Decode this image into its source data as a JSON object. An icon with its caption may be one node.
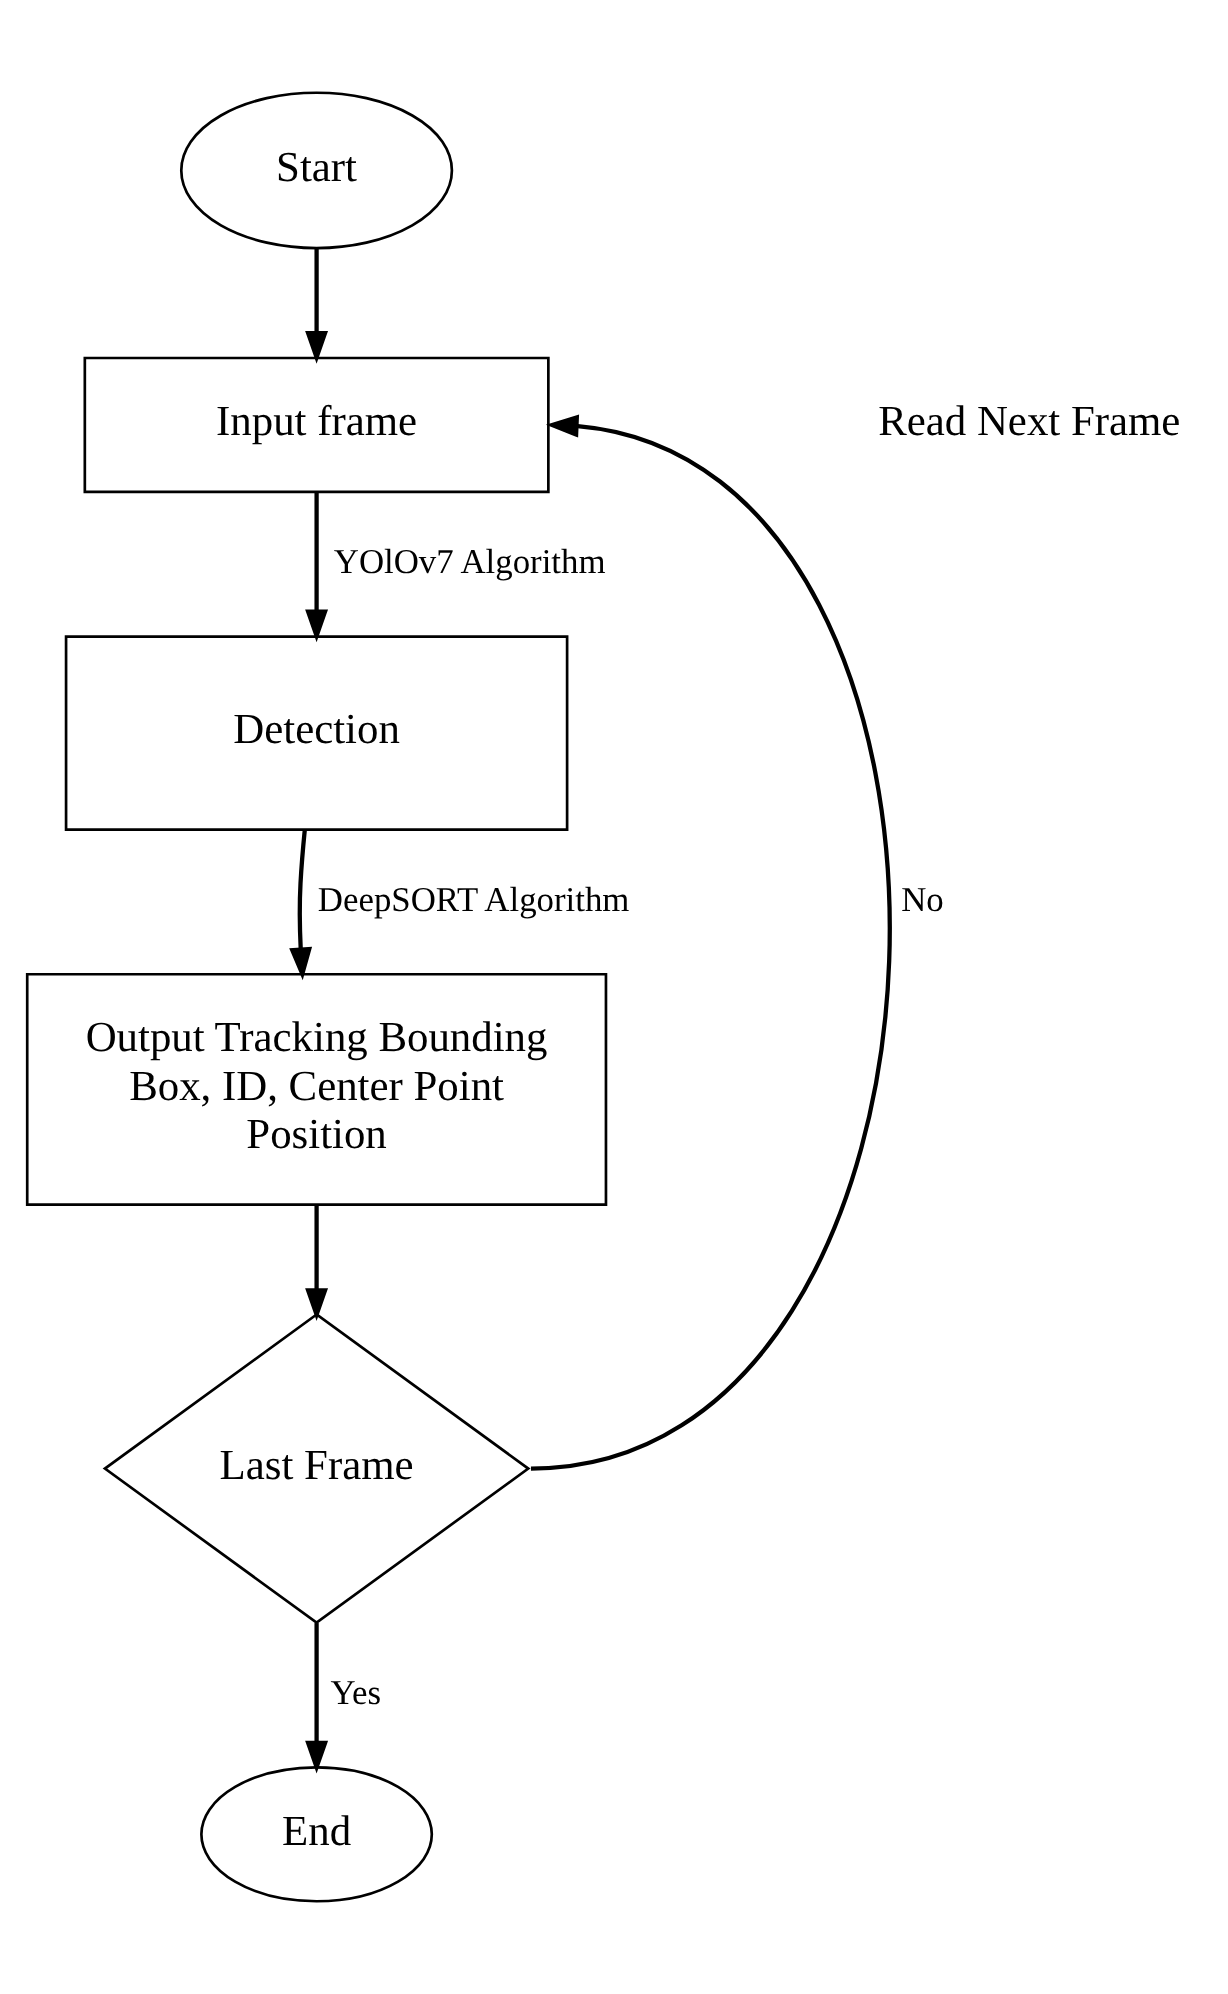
{
  "diagram": {
    "nodes": [
      {
        "text": [
          "Start"
        ]
      },
      {
        "text": [
          "Input frame"
        ]
      },
      {
        "text": [
          "Detection"
        ]
      },
      {
        "text": [
          "Output Tracking Bounding Box, ID, Center Point Position"
        ]
      },
      {
        "text": [
          "Last Frame"
        ]
      },
      {
        "text": [
          "End"
        ]
      }
    ],
    "edges": [
      {
        "from": 0,
        "to": 1,
        "arrow": "to"
      },
      {
        "from": 1,
        "to": 2,
        "arrow": "to",
        "label": "YOlOv7 Algorithm"
      },
      {
        "from": 2,
        "to": 3,
        "arrow": "to",
        "label": "DeepSORT Algorithm"
      },
      {
        "from": 3,
        "to": 4,
        "arrow": "to"
      },
      {
        "from": 4,
        "to": 1,
        "arrow": "to",
        "label": "No"
      },
      {
        "from": 4,
        "to": 5,
        "arrow": "to",
        "label": "Yes"
      }
    ],
    "labels": [
      "Read Next Frame"
    ]
  }
}
